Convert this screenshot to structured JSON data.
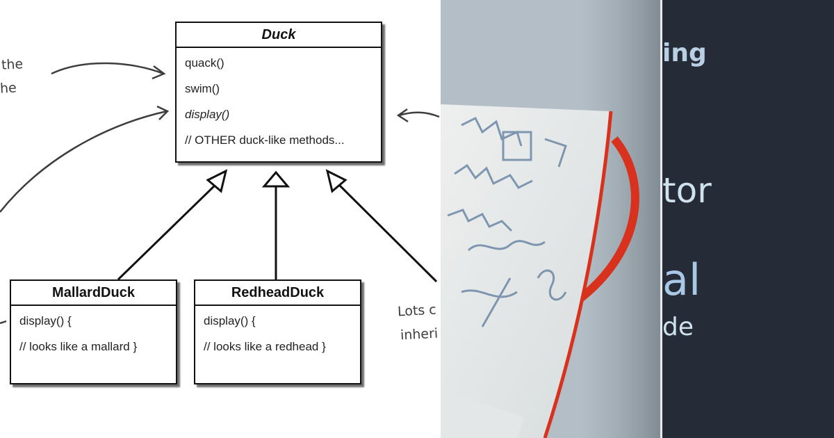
{
  "diagram": {
    "duck": {
      "name": "Duck",
      "methods": [
        "quack()",
        "swim()",
        "display()",
        "// OTHER duck-like methods..."
      ]
    },
    "mallard": {
      "name": "MallardDuck",
      "methods": [
        "display() {",
        "// looks like a mallard }"
      ]
    },
    "redhead": {
      "name": "RedheadDuck",
      "methods": [
        "display() {",
        "// looks like a redhead }"
      ]
    },
    "notes": {
      "left_top_line1": "the",
      "left_top_line2": "he",
      "right_line1": "Lots c",
      "right_line2": "inheri"
    }
  },
  "side_panel": {
    "fragment1": "ing",
    "fragment2": "tor",
    "fragment3": "al",
    "fragment4": "de"
  },
  "colors": {
    "dark_panel": "#262c37",
    "panel_text": "#cfe0ee",
    "notebook_ribbon": "#d8321e"
  },
  "icons": [
    "hollow-triangle-arrow",
    "hand-drawn-arrow"
  ]
}
